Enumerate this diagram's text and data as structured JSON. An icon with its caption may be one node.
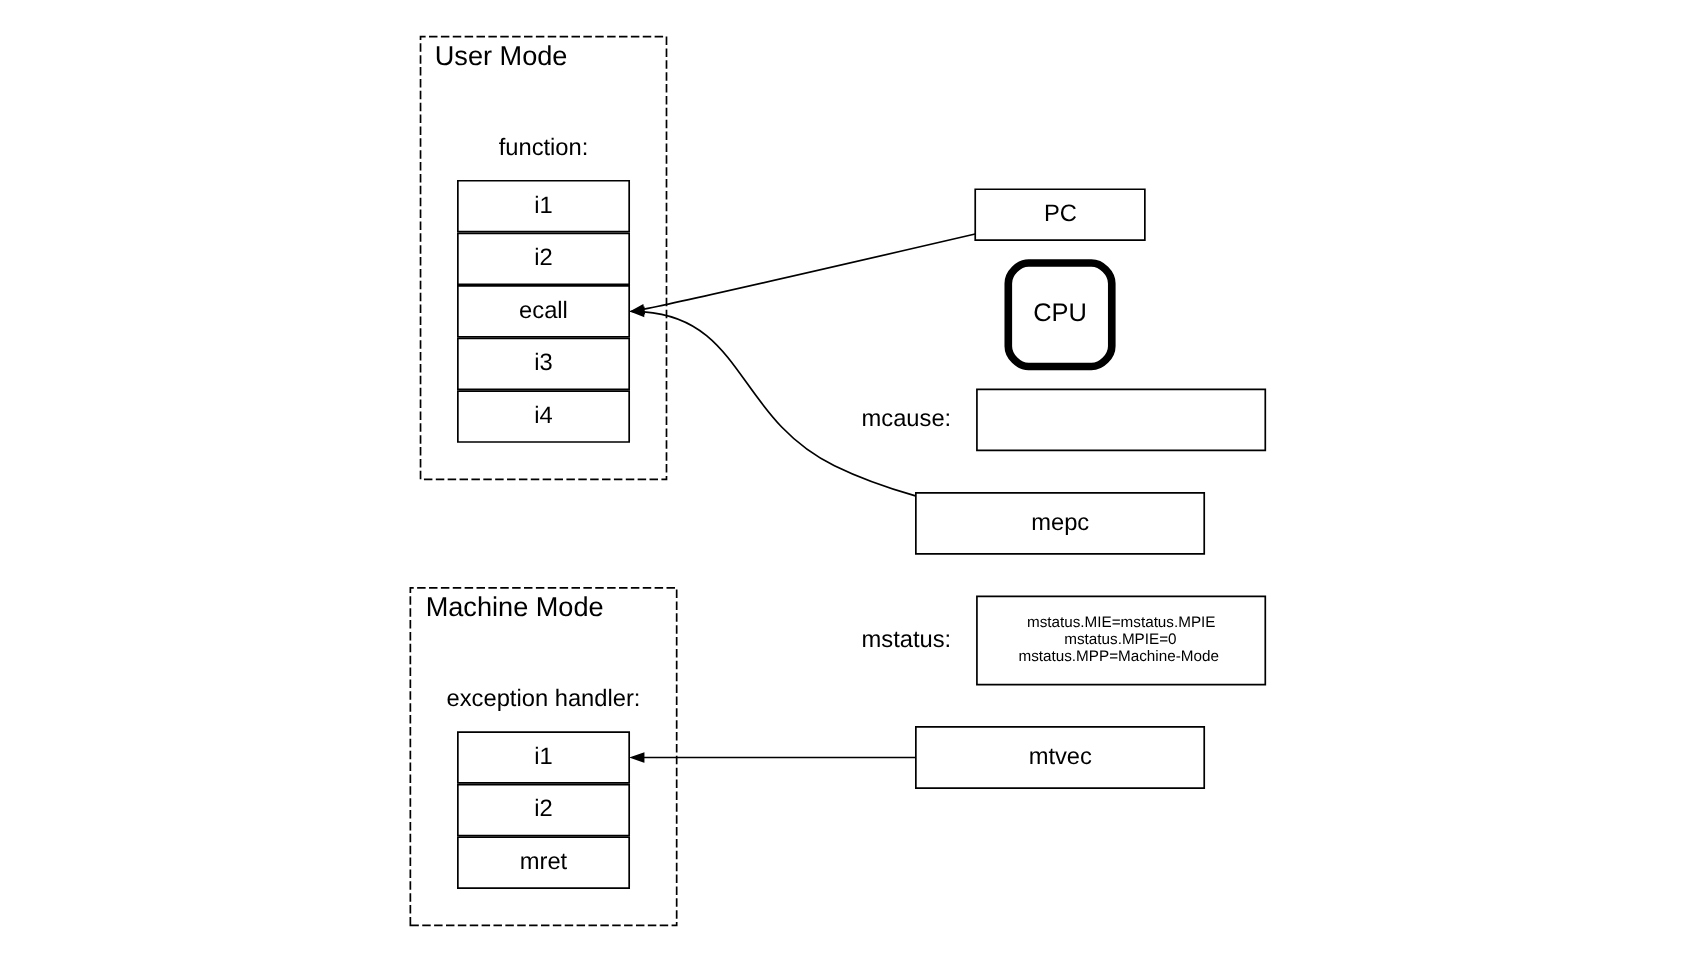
{
  "diagram": {
    "nodes": [
      {
        "text": [
          "User Mode"
        ]
      },
      {
        "text": [
          "i1"
        ],
        "in": 0
      },
      {
        "text": [
          "i2"
        ],
        "in": 0
      },
      {
        "text": [
          "ecall"
        ],
        "in": 0
      },
      {
        "text": [
          "i3"
        ],
        "in": 0
      },
      {
        "text": [
          "i4"
        ],
        "in": 0
      },
      {
        "text": [
          "Machine Mode"
        ]
      },
      {
        "text": [
          "i1"
        ],
        "in": 6
      },
      {
        "text": [
          "i2"
        ],
        "in": 6
      },
      {
        "text": [
          "mret"
        ],
        "in": 6
      },
      {
        "text": [
          "PC"
        ]
      },
      {
        "text": [
          "CPU"
        ]
      },
      {
        "text": [],
        "shape": "box",
        "beside": [
          "mcause:"
        ]
      },
      {
        "text": [
          "mepc"
        ]
      },
      {
        "text": [
          "mstatus.MIE=mstatus.MPIE",
          "mstatus.MPIE=0",
          "mstatus.MPP=Machine-Mode"
        ],
        "beside": [
          "mstatus:"
        ]
      },
      {
        "text": [
          "mtvec"
        ]
      }
    ],
    "edges": [
      {
        "from": 10,
        "to": 3,
        "arrow": "to"
      },
      {
        "from": 13,
        "to": 3,
        "arrow": "to"
      },
      {
        "from": 15,
        "to": 7,
        "arrow": "to"
      }
    ],
    "labels": [
      "function:",
      "exception handler:"
    ]
  }
}
